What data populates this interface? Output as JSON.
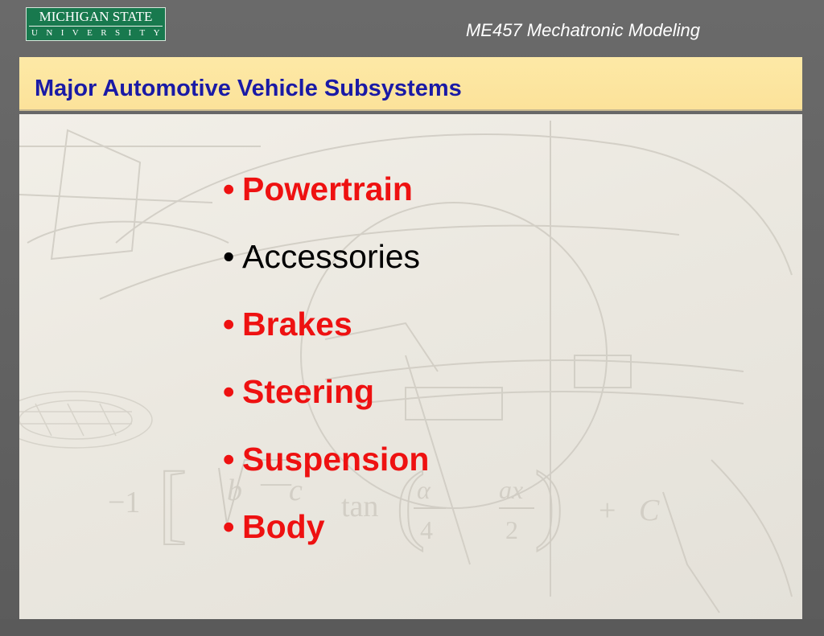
{
  "header": {
    "logo_line1": "MICHIGAN STATE",
    "logo_line2": "UNIVERSITY",
    "course_title": "ME457 Mechatronic Modeling"
  },
  "slide": {
    "title": "Major Automotive Vehicle Subsystems",
    "bullets": [
      {
        "text": "Powertrain",
        "style": "red"
      },
      {
        "text": "Accessories",
        "style": "black"
      },
      {
        "text": "Brakes",
        "style": "red"
      },
      {
        "text": "Steering",
        "style": "red"
      },
      {
        "text": "Suspension",
        "style": "red"
      },
      {
        "text": "Body",
        "style": "red"
      }
    ],
    "bullet_glyph": "•"
  },
  "colors": {
    "title": "#1a1aa6",
    "bullet_red": "#ee1111",
    "bullet_black": "#000000",
    "title_bar": "#fde9a6",
    "logo_green": "#18794e"
  }
}
